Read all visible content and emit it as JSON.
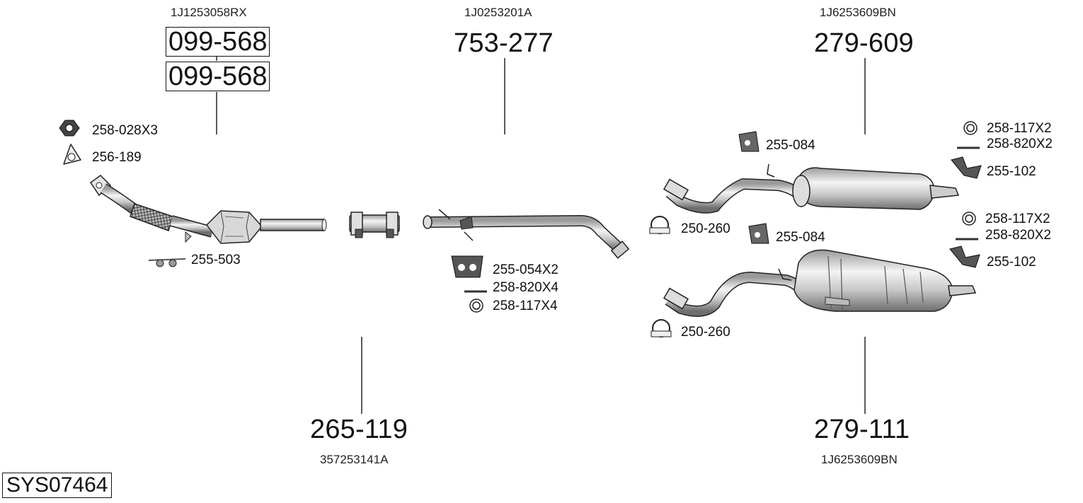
{
  "system_code": "SYS07464",
  "groups": [
    {
      "id": "front",
      "oem": "1J1253058RX",
      "part_numbers": [
        "099-568",
        "099-568"
      ],
      "accessories": [
        {
          "icon": "nut-icon",
          "code": "258-028X3"
        },
        {
          "icon": "gasket-icon",
          "code": "256-189"
        },
        {
          "icon": "mounting-kit-icon",
          "code": "255-503"
        }
      ]
    },
    {
      "id": "connector",
      "part_number": "265-119",
      "oem": "357253141A"
    },
    {
      "id": "middle",
      "oem": "1J0253201A",
      "part_number": "753-277",
      "accessories": [
        {
          "icon": "rubber-hanger-icon",
          "code": "255-054X2"
        },
        {
          "icon": "bolt-icon",
          "code": "258-820X4"
        },
        {
          "icon": "ring-icon",
          "code": "258-117X4"
        }
      ]
    },
    {
      "id": "rear-upper",
      "oem": "1J6253609BN",
      "part_number": "279-609",
      "accessories": [
        {
          "icon": "rubber-hanger-icon",
          "code": "255-084"
        },
        {
          "icon": "ring-icon",
          "code": "258-117X2"
        },
        {
          "icon": "bolt-icon",
          "code": "258-820X2"
        },
        {
          "icon": "bracket-icon",
          "code": "255-102"
        },
        {
          "icon": "clamp-icon",
          "code": "250-260"
        }
      ]
    },
    {
      "id": "rear-lower",
      "oem": "1J6253609BN",
      "part_number": "279-111",
      "accessories": [
        {
          "icon": "rubber-hanger-icon",
          "code": "255-084"
        },
        {
          "icon": "ring-icon",
          "code": "258-117X2"
        },
        {
          "icon": "bolt-icon",
          "code": "258-820X2"
        },
        {
          "icon": "bracket-icon",
          "code": "255-102"
        },
        {
          "icon": "clamp-icon",
          "code": "250-260"
        }
      ]
    }
  ]
}
